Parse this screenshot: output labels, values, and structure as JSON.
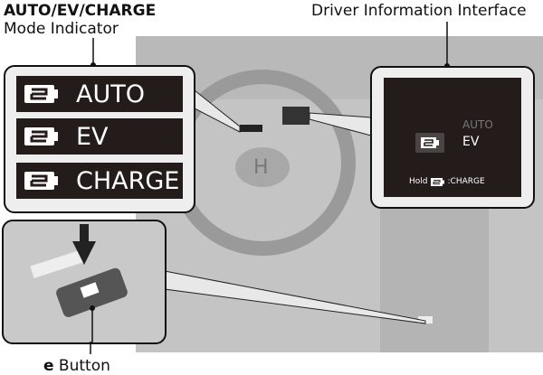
{
  "callouts": {
    "mode_indicator_title_bold": "AUTO/EV/CHARGE",
    "mode_indicator_title": "Mode Indicator",
    "driver_info_title": "Driver Information Interface",
    "e_button_bold": "e",
    "e_button_label": " Button"
  },
  "mode_indicator": {
    "items": [
      {
        "label": "AUTO"
      },
      {
        "label": "EV"
      },
      {
        "label": "CHARGE"
      }
    ]
  },
  "driver_info": {
    "mode_inactive": "AUTO",
    "mode_active": "EV",
    "hold_label": "Hold",
    "hold_action": ":CHARGE"
  },
  "colors": {
    "panel_dark": "#231c1a",
    "photo_gray": "#c4c4c4"
  }
}
